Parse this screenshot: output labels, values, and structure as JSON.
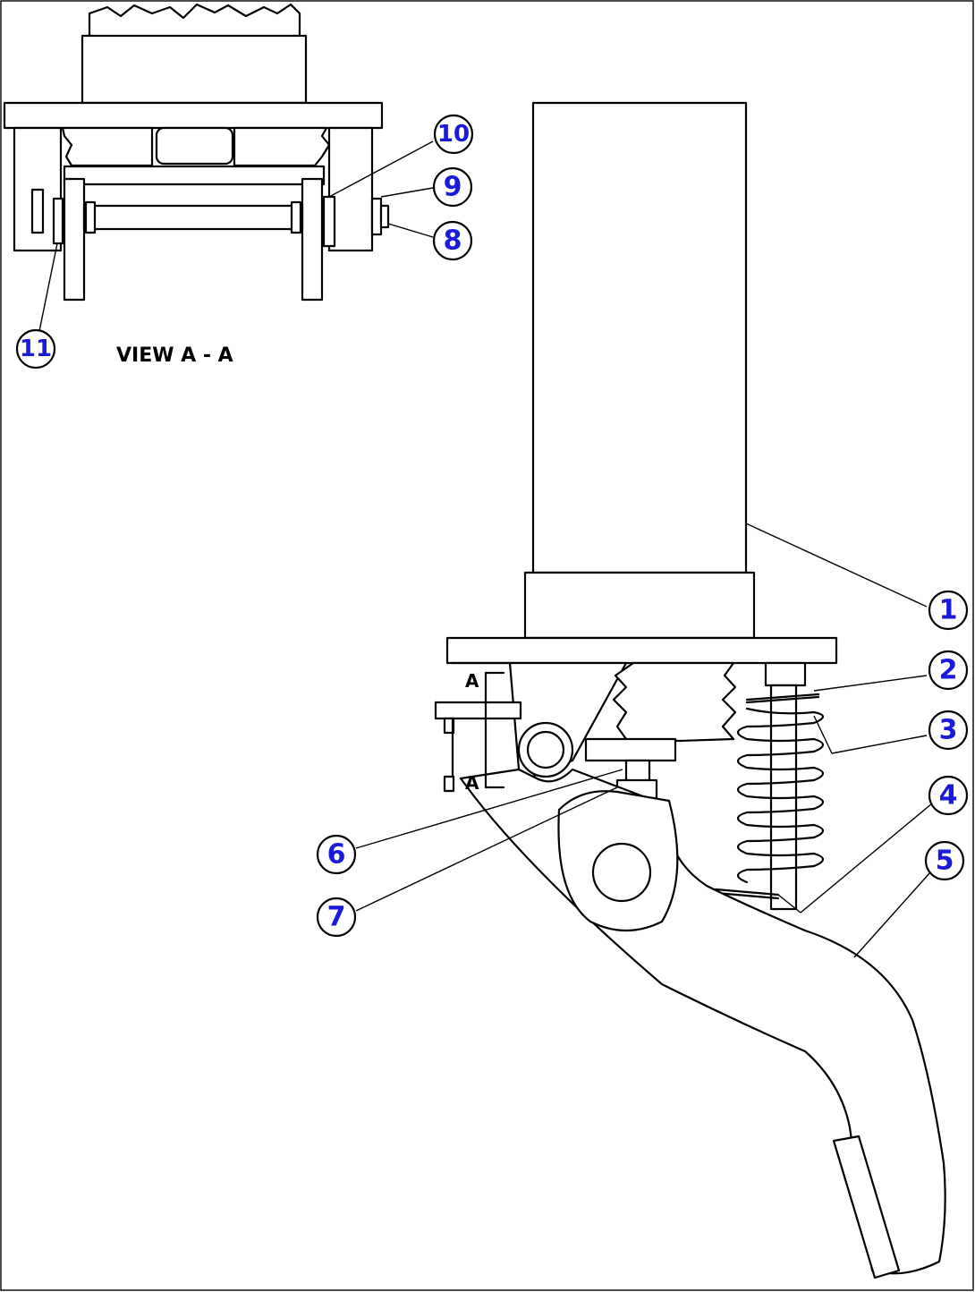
{
  "view_caption": "VIEW A - A",
  "section_marks": [
    "A",
    "A"
  ],
  "balloons": [
    {
      "id": "1",
      "label": "1"
    },
    {
      "id": "2",
      "label": "2"
    },
    {
      "id": "3",
      "label": "3"
    },
    {
      "id": "4",
      "label": "4"
    },
    {
      "id": "5",
      "label": "5"
    },
    {
      "id": "6",
      "label": "6"
    },
    {
      "id": "7",
      "label": "7"
    },
    {
      "id": "8",
      "label": "8"
    },
    {
      "id": "9",
      "label": "9"
    },
    {
      "id": "10",
      "label": "10"
    },
    {
      "id": "11",
      "label": "11"
    }
  ],
  "colors": {
    "line": "#000000",
    "balloon_text": "#1a1ad8",
    "background": "#ffffff"
  }
}
